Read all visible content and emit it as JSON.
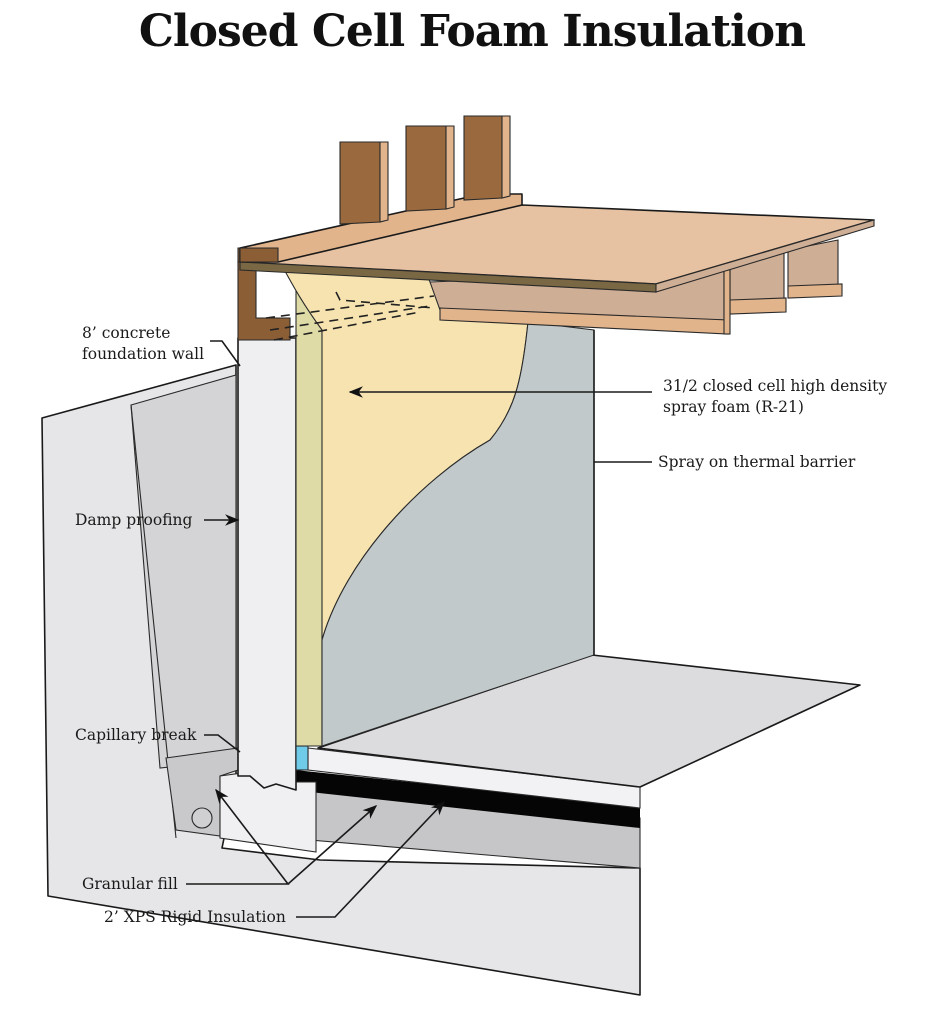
{
  "title": "Closed Cell Foam Insulation",
  "colors": {
    "wood_dark": "#8b5e36",
    "wood_light": "#e2b48c",
    "subfloor": "#e6c2a2",
    "joist": "#cfae96",
    "foam": "#f6e3b0",
    "foam_edge": "#dfdba8",
    "thermal_barrier": "#c2c9cb",
    "concrete": "#eeeef0",
    "soil": "#e5e5e7",
    "gravel": "#cfcfd1",
    "xps": "#000000",
    "capillary_break": "#6fcbe8",
    "slab": "#dcdcde"
  },
  "labels": {
    "foundation_wall": [
      "8’ concrete",
      "foundation wall"
    ],
    "spray_foam": [
      "31/2 closed cell high density",
      "spray foam (R-21)"
    ],
    "thermal_barrier": "Spray on thermal barrier",
    "damp_proofing": "Damp proofing",
    "capillary_break": "Capillary break",
    "granular_fill": "Granular fill",
    "xps_insulation": "2’ XPS Rigid Insulation"
  }
}
